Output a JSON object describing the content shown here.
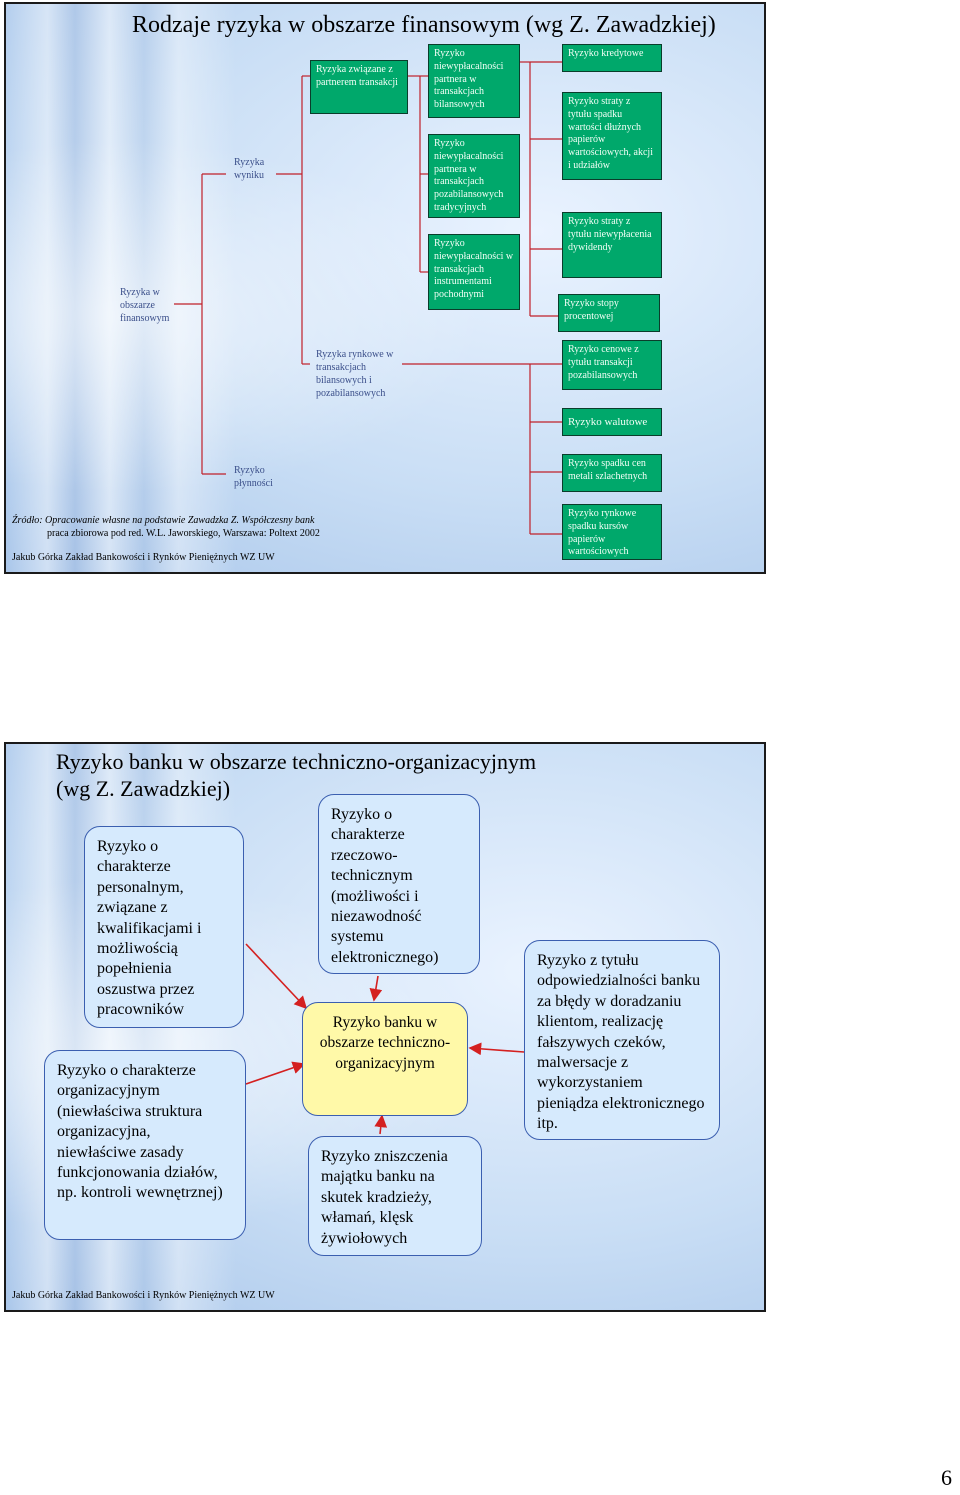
{
  "slide1": {
    "title": "Rodzaje ryzyka w obszarze finansowym (wg Z. Zawadzkiej)",
    "root": "Ryzyka w obszarze finansowym",
    "wynik": "Ryzyka wyniku",
    "plynnosci": "Ryzyko płynności",
    "partner": "Ryzyka związane z partnerem transakcji",
    "rynkowe": "Ryzyka rynkowe w transakcjach bilansowych i pozabilansowych",
    "niew_bil": "Ryzyko niewypłacalności partnera w transakcjach bilansowych",
    "niew_pozabil": "Ryzyko niewypłacalności partnera w transakcjach pozabilansowych tradycyjnych",
    "niew_instr": "Ryzyko niewypłacalności w transakcjach instrumentami pochodnymi",
    "kredytowe": "Ryzyko kredytowe",
    "straty_spadku": "Ryzyko straty z tytułu spadku wartości dłużnych papierów wartościowych, akcji i udziałów",
    "straty_dywidendy": "Ryzyko straty z tytułu niewypłacenia dywidendy",
    "stopy": "Ryzyko stopy procentowej",
    "cenowe": "Ryzyko cenowe z tytułu transakcji pozabilansowych",
    "walutowe": "Ryzyko walutowe",
    "metali": "Ryzyko spadku cen metali szlachetnych",
    "kursow": "Ryzyko rynkowe spadku kursów papierów wartościowych",
    "source_line1": "Źródło: Opracowanie własne na podstawie Zawadzka Z. Współczesny bank",
    "source_line2": "praca zbiorowa pod red. W.L. Jaworskiego, Warszawa: Poltext 2002",
    "footer": "Jakub Górka Zakład Bankowości i Rynków Pieniężnych WZ UW"
  },
  "slide2": {
    "title_line1": "Ryzyko banku w obszarze techniczno-organizacyjnym",
    "title_line2": "(wg Z. Zawadzkiej)",
    "personalny": "Ryzyko o charakterze personalnym, związane z kwalifikacjami i możliwością popełnienia oszustwa przez pracowników",
    "organizacyjny": "Ryzyko o charakterze organizacyjnym (niewłaściwa struktura organizacyjna, niewłaściwe zasady funkcjonowania działów, np. kontroli wewnętrznej)",
    "rzeczowo": "Ryzyko o charakterze rzeczowo-technicznym (możliwości i niezawodność systemu elektronicznego)",
    "center": "Ryzyko banku w obszarze techniczno-organizacyjnym",
    "zniszczenia": "Ryzyko zniszczenia majątku banku na skutek kradzieży, włamań, klęsk żywiołowych",
    "odpowiedzialnosci": "Ryzyko z tytułu odpowiedzialności banku za błędy w doradzaniu klientom, realizację fałszywych czeków, malwersacje z wykorzystaniem pieniądza elektronicznego itp.",
    "footer": "Jakub Górka Zakład Bankowości i Rynków Pieniężnych WZ UW"
  },
  "page_number": "6",
  "colors": {
    "box_green": "#00a86b",
    "arrow_red": "#d42020",
    "center_yellow": "#fff9a8",
    "rounded_blue": "#d6eafd"
  }
}
